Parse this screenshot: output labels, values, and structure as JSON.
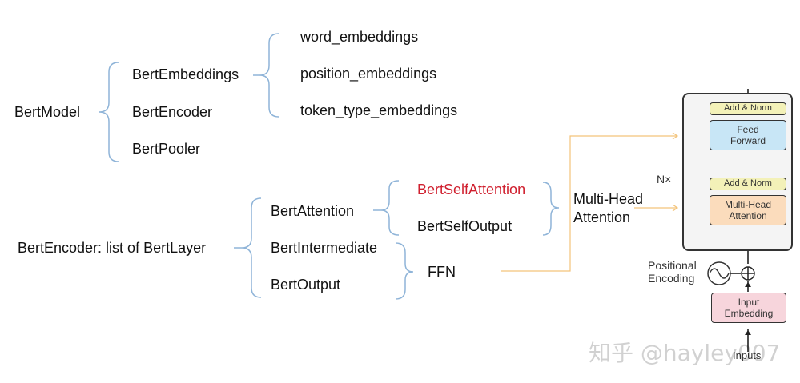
{
  "model_tree": {
    "root": "BertModel",
    "children": [
      "BertEmbeddings",
      "BertEncoder",
      "BertPooler"
    ],
    "embeddings": [
      "word_embeddings",
      "position_embeddings",
      "token_type_embeddings"
    ]
  },
  "encoder_tree": {
    "root": "BertEncoder: list of BertLayer",
    "children": [
      "BertAttention",
      "BertIntermediate",
      "BertOutput"
    ],
    "attention": [
      "BertSelfAttention",
      "BertSelfOutput"
    ],
    "mha_label_line1": "Multi-Head",
    "mha_label_line2": "Attention",
    "ffn_label": "FFN"
  },
  "transformer": {
    "add_norm_top": "Add & Norm",
    "feed_forward_line1": "Feed",
    "feed_forward_line2": "Forward",
    "repeat": "N×",
    "add_norm_bottom": "Add & Norm",
    "mha_line1": "Multi-Head",
    "mha_line2": "Attention",
    "pos_enc_line1": "Positional",
    "pos_enc_line2": "Encoding",
    "input_emb_line1": "Input",
    "input_emb_line2": "Embedding",
    "inputs": "Inputs"
  },
  "watermark": "知乎 @hayley007",
  "colors": {
    "bracket": "#8fb4d8",
    "highlight_text": "#d0202f",
    "connector": "#f3c37a",
    "add_norm": "#f3f1b8",
    "feed_forward": "#c8e6f6",
    "attention": "#fbdcbc",
    "embedding": "#f7d5dc"
  }
}
